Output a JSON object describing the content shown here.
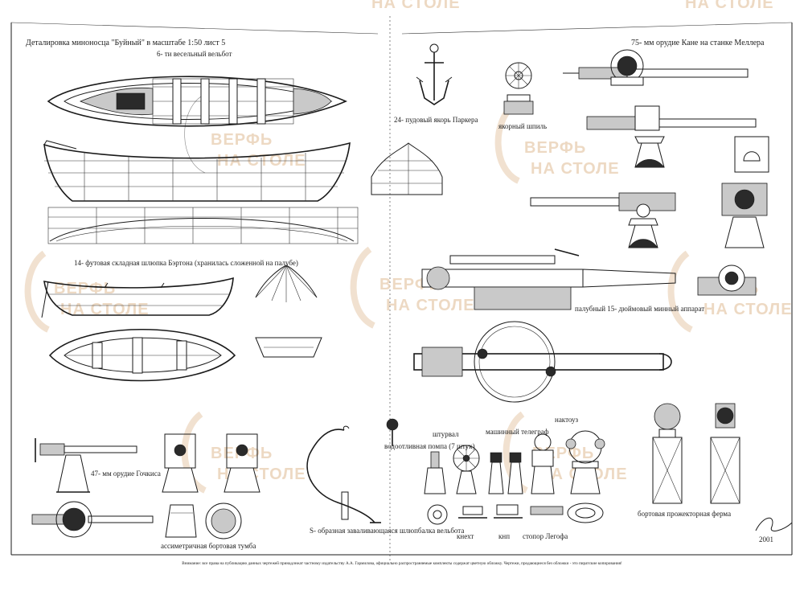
{
  "sheet": {
    "title": "Деталировка миноносца \"Буйный\" в масштабе 1:50 лист 5",
    "footer_note": "Внимание: все права на публикацию данных чертежей принадлежат частному издательству А.А. Гармилова, официально распространяемые комплекты содержат цветную обложку. Чертежи, продающиеся без обложки - это пиратские копирования!",
    "signature": "2001"
  },
  "watermark": {
    "line1": "ВЕРФЬ",
    "line2": "НА СТОЛЕ",
    "color": "#e8cdb0"
  },
  "labels": {
    "whaleboat": "6- ти весельный вельбот",
    "barton_boat": "14- футовая складная шлюпка Бэртона (хранилась сложенной на палубе)",
    "anchor": "24- пудовый якорь Паркера",
    "capstan": "якорный шпиль",
    "kane_gun": "75- мм орудие Кане на станке Меллера",
    "torpedo_tube": "палубный 15- дюймовый минный аппарат",
    "hotchkiss_gun": "47- мм орудие Гочкиса",
    "side_bollard": "ассиметричная бортовая тумба",
    "davit": "S- образная заваливающаяся шлюпбалка вельбота",
    "water_pump": "водоотливная помпа (7 штук)",
    "wheel": "штурвал",
    "telegraph": "машинный телеграф",
    "binnacle": "нактоуз",
    "searchlight": "бортовая прожекторная ферма",
    "cleat": "кнехт",
    "bollard": "кнп",
    "legof_stopper": "стопор Легофа"
  }
}
